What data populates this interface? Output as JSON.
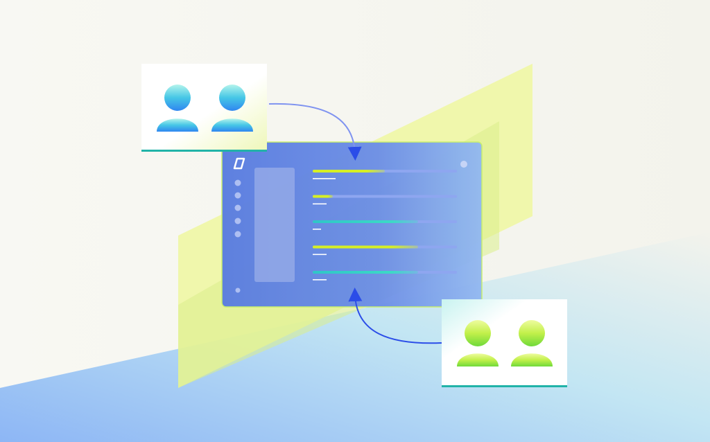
{
  "scene": {
    "description_icons": [
      "user-group-icon",
      "dashboard-window",
      "arrow-icon"
    ],
    "colors": {
      "background": "#f7f7f2",
      "blue_band": "#9fc4f5",
      "lime_band": "#eef79a",
      "window": "#5b7fe0",
      "window_accent": "#8fb8f0",
      "lime_bar": "#d8ef2a",
      "teal_bar": "#35c9c5",
      "track": "#8ea8f2",
      "arrow": "#2b4de8",
      "avatar_blue_top": "#a6f0ea",
      "avatar_blue_bottom": "#2d8ff0",
      "avatar_green_top": "#e4fb9a",
      "avatar_green_bottom": "#7ee03a"
    },
    "dashboard": {
      "rows": [
        {
          "fill": 0.5,
          "color": "lime"
        },
        {
          "fill": 0.14,
          "color": "lime"
        },
        {
          "fill": 0.73,
          "color": "teal"
        },
        {
          "fill": 0.73,
          "color": "lime"
        },
        {
          "fill": 0.73,
          "color": "teal"
        }
      ],
      "nav_dots": 5
    }
  }
}
